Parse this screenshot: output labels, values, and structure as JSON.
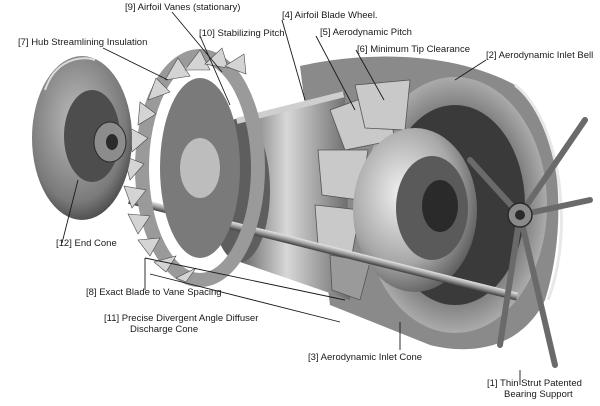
{
  "labels": {
    "l1_line1": "[1] Thin Strut Patented",
    "l1_line2": "Bearing Support",
    "l2": "[2] Aerodynamic Inlet Bell",
    "l3": "[3] Aerodynamic Inlet Cone",
    "l4": "[4] Airfoil Blade Wheel.",
    "l5": "[5] Aerodynamic Pitch",
    "l6": "[6] Minimum Tip Clearance",
    "l7": "[7] Hub Streamlining Insulation",
    "l8": "[8] Exact Blade to Vane Spacing",
    "l9": "[9] Airfoil Vanes (stationary)",
    "l10": "[10] Stabilizing Pitch",
    "l11_line1": "[11] Precise Divergent Angle Diffuser",
    "l11_line2": "Discharge Cone",
    "l12": "[12] End Cone"
  }
}
